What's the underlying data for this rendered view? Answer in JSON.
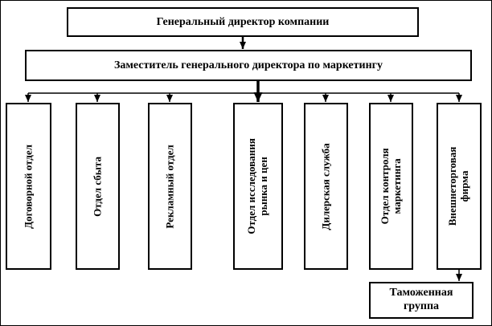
{
  "org_chart": {
    "ceo": "Генеральный директор компании",
    "deputy": "Заместитель генерального директора по маркетингу",
    "departments": [
      "Договорной отдел",
      "Отдел сбыта",
      "Рекламный отдел",
      "Отдел исследования рынка и цен",
      "Дилерская служба",
      "Отдел контроля маркетинга",
      "Внешнеторговая фирма"
    ],
    "customs": "Таможенная группа"
  }
}
